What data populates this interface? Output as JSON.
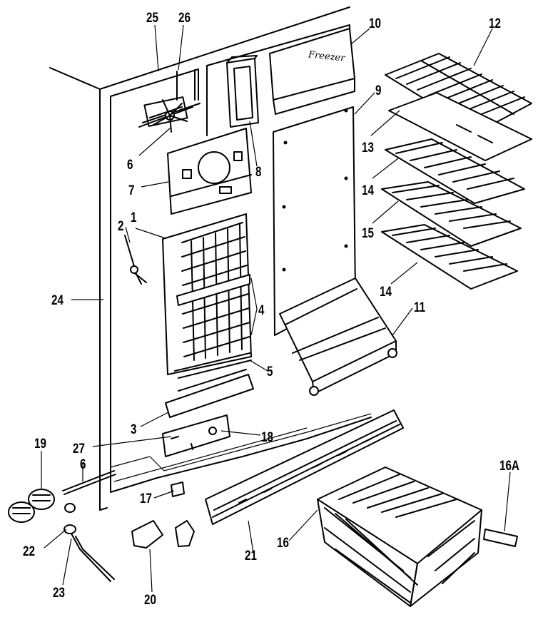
{
  "diagram": {
    "brand_script": "Freezer",
    "callouts": [
      "25",
      "26",
      "10",
      "12",
      "9",
      "13",
      "14",
      "15",
      "14",
      "11",
      "6",
      "7",
      "8",
      "2",
      "1",
      "24",
      "4",
      "5",
      "3",
      "27",
      "18",
      "19",
      "6",
      "17",
      "16A",
      "22",
      "23",
      "20",
      "21",
      "16"
    ]
  }
}
